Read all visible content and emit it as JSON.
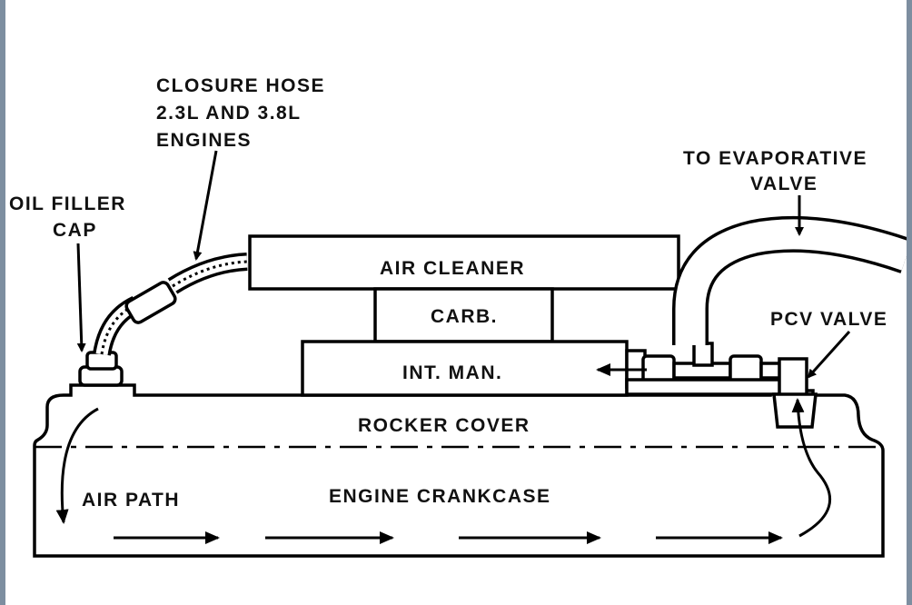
{
  "labels": {
    "closure_hose_1": "CLOSURE HOSE",
    "closure_hose_2": "2.3L AND 3.8L",
    "closure_hose_3": "ENGINES",
    "oil_filler_1": "OIL FILLER",
    "oil_filler_2": "CAP",
    "evap_1": "TO EVAPORATIVE",
    "evap_2": "VALVE",
    "air_cleaner": "AIR CLEANER",
    "carb": "CARB.",
    "int_man": "INT. MAN.",
    "pcv_valve": "PCV VALVE",
    "rocker_cover": "ROCKER COVER",
    "air_path": "AIR PATH",
    "engine_crankcase": "ENGINE CRANKCASE"
  },
  "colors": {
    "ink": "#000000",
    "paper": "#ffffff",
    "frame_border": "#7d8ea0"
  }
}
